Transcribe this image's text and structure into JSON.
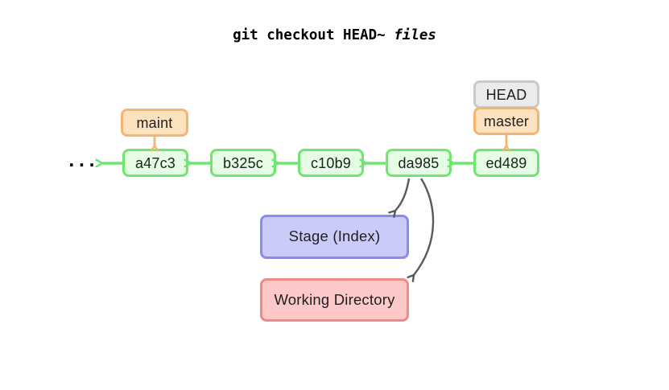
{
  "title": {
    "command_prefix": "git checkout HEAD~ ",
    "command_emphasis": "files"
  },
  "ellipsis": "...",
  "refs": {
    "head_label": "HEAD",
    "master_label": "master",
    "maint_label": "maint"
  },
  "commits": [
    {
      "id": "a47c3"
    },
    {
      "id": "b325c"
    },
    {
      "id": "c10b9"
    },
    {
      "id": "da985"
    },
    {
      "id": "ed489"
    }
  ],
  "areas": {
    "stage_label": "Stage (Index)",
    "working_directory_label": "Working Directory"
  },
  "colors": {
    "commit_border": "#70e670",
    "commit_fill": "#e4fde4",
    "branch_border": "#f8b36e",
    "branch_fill": "#fde2c0",
    "head_border": "#c9c9c9",
    "head_fill": "#ebebeb",
    "stage_border": "#8b8bef",
    "stage_fill": "#cbcbf9",
    "working_border": "#f08989",
    "working_fill": "#fcc8c8",
    "checkout_arrow": "#595959",
    "text": "#1f1f1f"
  }
}
